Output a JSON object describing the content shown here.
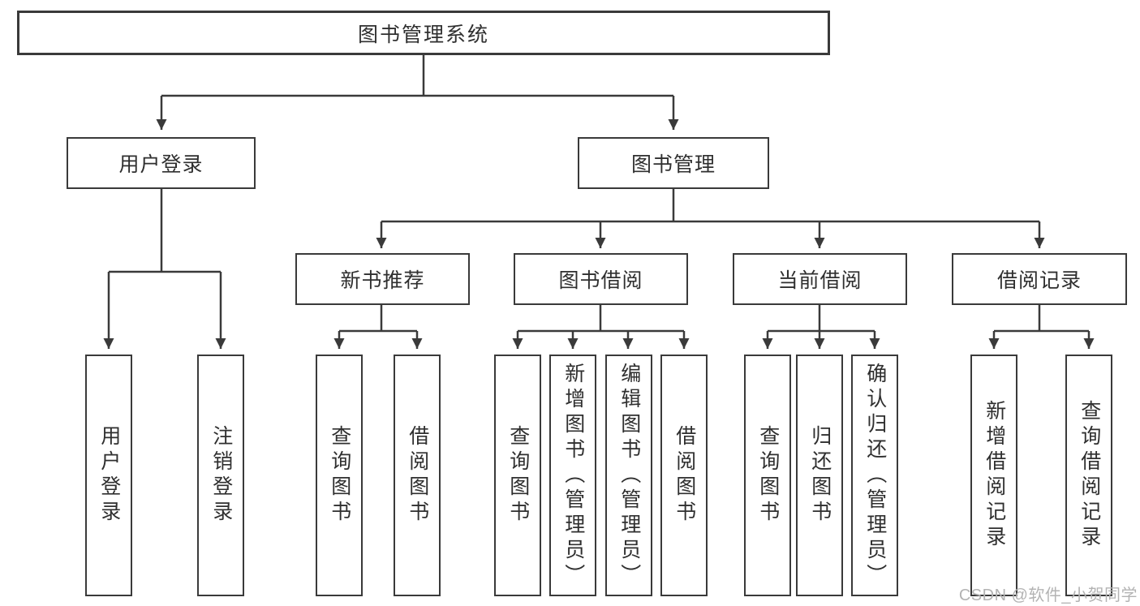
{
  "colors": {
    "background": "#ffffff",
    "line": "#3a3a3a",
    "box_border": "#3a3a3a",
    "text": "#2f2f2f",
    "watermark": "#b3b3b3"
  },
  "watermark": {
    "text": "CSDN @软件_小贺同学"
  },
  "tree": {
    "root": {
      "label": "图书管理系统"
    },
    "branches": [
      {
        "label": "用户登录",
        "children": [
          {
            "label": "用户登录"
          },
          {
            "label": "注销登录"
          }
        ]
      },
      {
        "label": "图书管理",
        "sections": [
          {
            "label": "新书推荐",
            "children": [
              {
                "label": "查询图书"
              },
              {
                "label": "借阅图书"
              }
            ]
          },
          {
            "label": "图书借阅",
            "children": [
              {
                "label": "查询图书"
              },
              {
                "label": "新增图书（管理员）"
              },
              {
                "label": "编辑图书（管理员）"
              },
              {
                "label": "借阅图书"
              }
            ]
          },
          {
            "label": "当前借阅",
            "children": [
              {
                "label": "查询图书"
              },
              {
                "label": "归还图书"
              },
              {
                "label": "确认归还（管理员）"
              }
            ]
          },
          {
            "label": "借阅记录",
            "children": [
              {
                "label": "新增借阅记录"
              },
              {
                "label": "查询借阅记录"
              }
            ]
          }
        ]
      }
    ]
  }
}
